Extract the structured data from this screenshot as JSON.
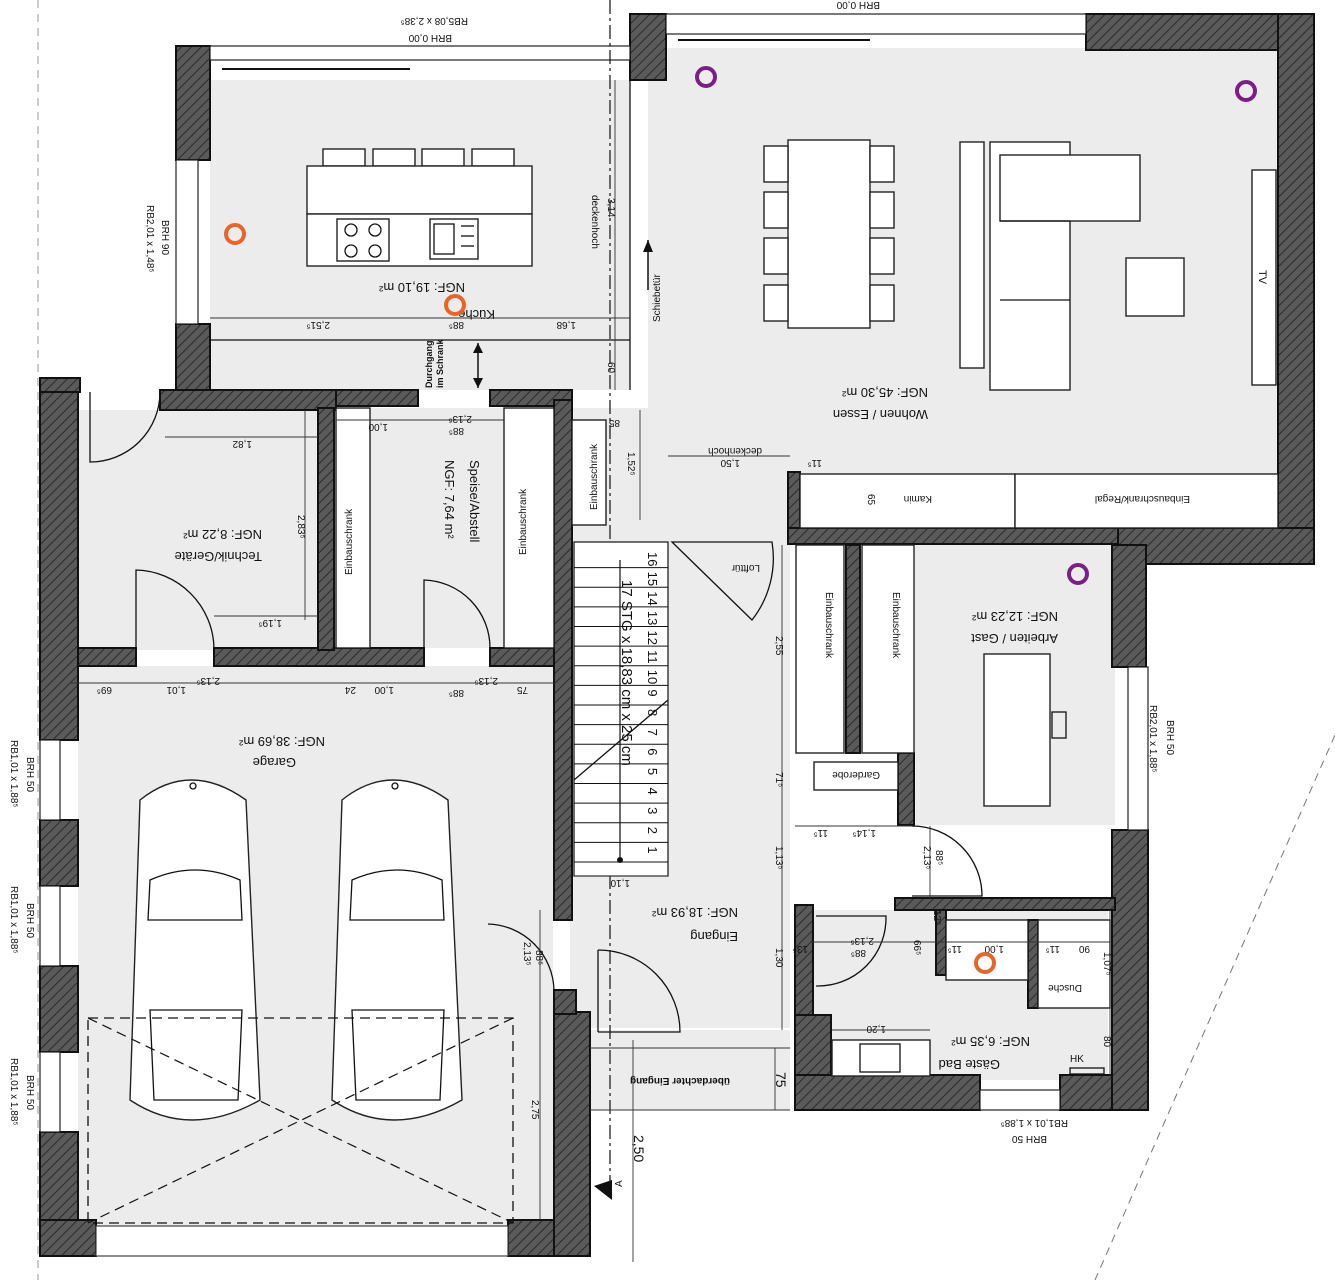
{
  "rooms": {
    "kueche": {
      "name": "Küche",
      "area": "NGF: 19,10 m²"
    },
    "wohnen": {
      "name": "Wohnen / Essen",
      "area": "NGF:  45,30 m²"
    },
    "technik": {
      "name": "Technik/Geräte",
      "area": "NGF:  8,22 m²"
    },
    "speise": {
      "name": "Speise/Abstell",
      "area": "NGF:  7,64 m²"
    },
    "arbeiten": {
      "name": "Arbeiten / Gast",
      "area": "NGF:  12,23 m²"
    },
    "garage": {
      "name": "Garage",
      "area": "NGF: 38,69 m²"
    },
    "eingang": {
      "name": "Eingang",
      "area": "NGF: 18,93 m²"
    },
    "gaestebad": {
      "name": "Gäste Bad",
      "area": "NGF: 6,35 m²"
    }
  },
  "labels": {
    "einbauschrank": "Einbauschrank",
    "einbauschrank_regal": "Einbauschrank/Regal",
    "kamin": "Kamin",
    "tv": "TV",
    "garderobe": "Garderobe",
    "dusche": "Dusche",
    "hk": "HK",
    "lofttuer": "Lofttür",
    "schiebetuer": "Schiebetür",
    "deckenhoch": "deckenhoch",
    "durchgang_1": "Durchgang",
    "durchgang_2": "im Schrank",
    "ueberdachter_eingang": "überdachter Eingang",
    "stair_note": "17 STG x 18,83 cm x 25 cm",
    "section_a": "A"
  },
  "windows": {
    "top_kitchen_1": "RB5,08 x 2,38⁵",
    "top_kitchen_2": "BRH 0,00",
    "top_living": "BRH 0,00",
    "kitchen_left_1": "RB2,01 x 1,48⁵",
    "kitchen_left_2": "BRH 90",
    "office_right_1": "RB2,01 x 1,88⁵",
    "office_right_2": "BRH 50",
    "garage_1a": "RB1,01 x 1,88⁵",
    "garage_1b": "BRH 50",
    "garage_2a": "RB1,01 x 1,88⁵",
    "garage_2b": "BRH 50",
    "garage_3a": "RB1,01 x 1,88⁵",
    "garage_3b": "BRH 50",
    "bath_bottom_1": "RB1,01 x 1,88⁵",
    "bath_bottom_2": "BRH 50"
  },
  "dimensions": {
    "k_251": "2,51⁵",
    "k_88": "88⁵",
    "k_168": "1,68",
    "k_314": "3,14",
    "k_60": "60",
    "t_182": "1,82",
    "t_283": "2,83⁵",
    "t_119": "1,19⁵",
    "s_100": "1,00",
    "s_213": "2,13⁵",
    "s_88": "88⁵",
    "h_85": "85",
    "h_152": "1,52⁵",
    "h_150": "1,50",
    "h_115": "11⁵",
    "h_65": "65",
    "g_69": "69⁵",
    "g_101": "1,01",
    "g_213": "2,13⁵",
    "g_24": "24",
    "g_100": "1,00",
    "g_88": "88⁵",
    "g_75": "75",
    "e_255": "2,55",
    "e_71": "71⁵",
    "e_113": "1,13⁵",
    "e_130": "1,30",
    "e_110": "1,10",
    "a_115": "11⁵",
    "a_114": "1,14⁵",
    "a_88": "88⁵",
    "a_213": "2,13⁵",
    "b_12": "12⁵",
    "b_66": "66⁵",
    "b_213": "2,13⁵",
    "b_88": "88⁵",
    "b_115": "11⁵",
    "b_100": "1,00",
    "b_11": "11⁵",
    "b_90": "90",
    "b_107": "1,07⁵",
    "b_120": "1,20",
    "b_80": "80",
    "b_13": "13⁵",
    "ga_213": "2,13⁵",
    "ga_88": "88⁵",
    "ga_275": "2,75",
    "out_75": "75",
    "out_250": "2,50"
  },
  "stairs": [
    "1",
    "2",
    "3",
    "4",
    "5",
    "6",
    "7",
    "8",
    "9",
    "10",
    "11",
    "12",
    "13",
    "14",
    "15",
    "16"
  ],
  "colors": {
    "orange_marker": "#e8652a",
    "purple_marker": "#7b1f86",
    "wall": "#555555",
    "floor": "#ececec"
  }
}
